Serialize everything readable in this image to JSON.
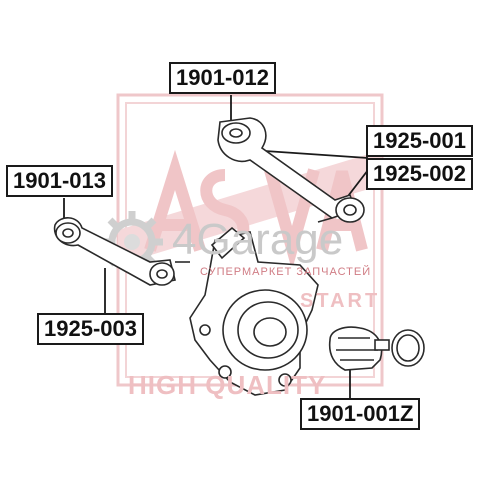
{
  "labels": {
    "top": "1901-012",
    "right_upper": "1925-001",
    "right_lower": "1925-002",
    "left_upper": "1901-013",
    "left_lower": "1925-003",
    "bottom_right": "1901-001Z"
  },
  "watermark": {
    "brand": "4Garage",
    "subtitle": "СУПЕРМАРКЕТ ЗАПЧАСТЕЙ",
    "asva_top": "ASVA",
    "asva_sub": "START",
    "tagline": "HIGH QUALITY"
  },
  "colors": {
    "watermark_red": "#e6a4a8",
    "watermark_grey": "#c8c8c8",
    "line": "#1a1a1a",
    "part_fill": "#ffffff",
    "part_stroke": "#2a2a2a"
  },
  "icons": [
    "gear-icon"
  ]
}
